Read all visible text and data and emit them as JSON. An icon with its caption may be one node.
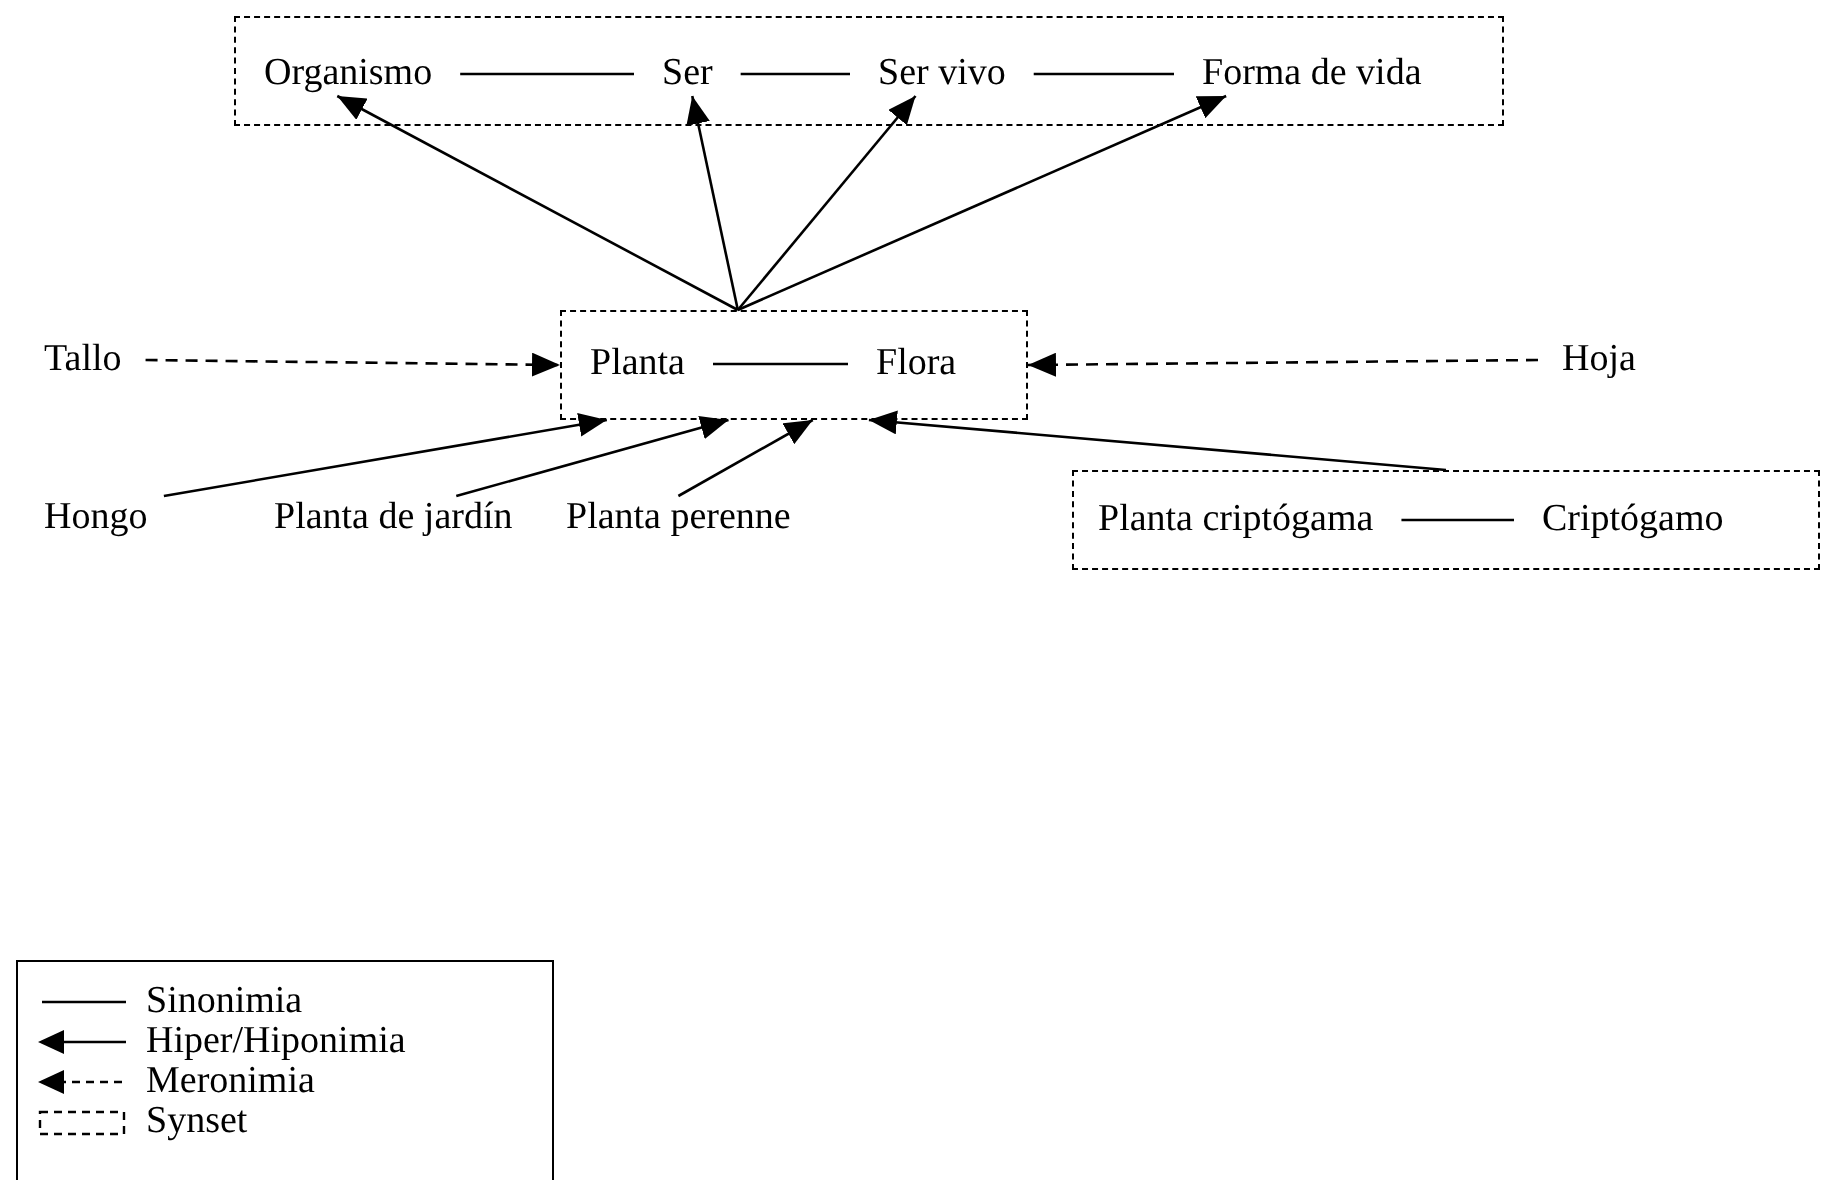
{
  "diagram": {
    "nodes": [
      {
        "text": [],
        "shape": "box"
      },
      {
        "text": [
          "Organismo"
        ],
        "in": 0
      },
      {
        "text": [
          "Ser"
        ],
        "in": 0
      },
      {
        "text": [
          "Ser vivo"
        ],
        "in": 0
      },
      {
        "text": [
          "Forma de vida"
        ],
        "in": 0
      },
      {
        "text": [],
        "shape": "box"
      },
      {
        "text": [
          "Planta"
        ],
        "in": 5
      },
      {
        "text": [
          "Flora"
        ],
        "in": 5
      },
      {
        "text": [
          "Tallo"
        ]
      },
      {
        "text": [
          "Hoja"
        ]
      },
      {
        "text": [
          "Hongo"
        ]
      },
      {
        "text": [
          "Planta de jardín"
        ]
      },
      {
        "text": [
          "Planta perenne"
        ]
      },
      {
        "text": [],
        "shape": "box"
      },
      {
        "text": [
          "Planta criptógama"
        ],
        "in": 13
      },
      {
        "text": [
          "Criptógamo"
        ],
        "in": 13
      }
    ],
    "edges": [
      {
        "from": 1,
        "to": 2,
        "arrow": "none"
      },
      {
        "from": 2,
        "to": 3,
        "arrow": "none"
      },
      {
        "from": 3,
        "to": 4,
        "arrow": "none"
      },
      {
        "from": 5,
        "to": 1,
        "arrow": "to"
      },
      {
        "from": 5,
        "to": 2,
        "arrow": "to"
      },
      {
        "from": 5,
        "to": 3,
        "arrow": "to"
      },
      {
        "from": 5,
        "to": 4,
        "arrow": "to"
      },
      {
        "from": 6,
        "to": 7,
        "arrow": "none"
      },
      {
        "from": 8,
        "to": 5,
        "arrow": "to",
        "style": "dashed"
      },
      {
        "from": 9,
        "to": 5,
        "arrow": "to",
        "style": "dashed"
      },
      {
        "from": 10,
        "to": 5,
        "arrow": "to"
      },
      {
        "from": 11,
        "to": 5,
        "arrow": "to"
      },
      {
        "from": 12,
        "to": 5,
        "arrow": "to"
      },
      {
        "from": 13,
        "to": 5,
        "arrow": "to"
      },
      {
        "from": 14,
        "to": 15,
        "arrow": "none"
      }
    ],
    "legend": [
      {
        "text": "Sinonimia"
      },
      {
        "text": "Hiper/Hiponimia"
      },
      {
        "text": "Meronimia"
      },
      {
        "text": "Synset"
      }
    ]
  }
}
